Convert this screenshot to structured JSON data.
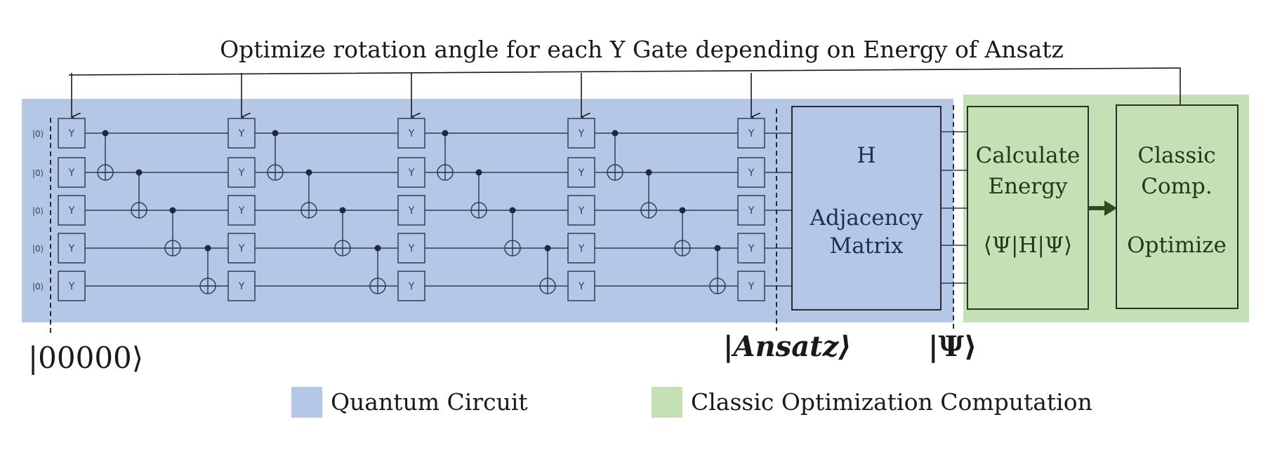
{
  "title": "Optimize rotation angle for each Y Gate depending on Energy of Ansatz",
  "circuit": {
    "qubit_labels": [
      "|0⟩",
      "|0⟩",
      "|0⟩",
      "|0⟩",
      "|0⟩"
    ],
    "gate_label": "Y",
    "layers": 5
  },
  "hamiltonian_box": {
    "line1": "H",
    "line2": "Adjacency",
    "line3": "Matrix"
  },
  "energy_box": {
    "line1": "Calculate",
    "line2": "Energy",
    "line3": "⟨Ψ|H|Ψ⟩"
  },
  "classic_box": {
    "line1": "Classic",
    "line2": "Comp.",
    "line3": "Optimize"
  },
  "states": {
    "initial": "|00000⟩",
    "ansatz": "|Ansatz⟩",
    "psi": "|Ψ⟩"
  },
  "legend": {
    "quantum_label": "Quantum Circuit",
    "classic_label": "Classic Optimization Computation"
  },
  "colors": {
    "quantum_bg": "#b4c7e7",
    "classic_bg": "#c5e0b4",
    "wire": "#2e3f55",
    "arrow_dark": "#2f4a1f"
  }
}
